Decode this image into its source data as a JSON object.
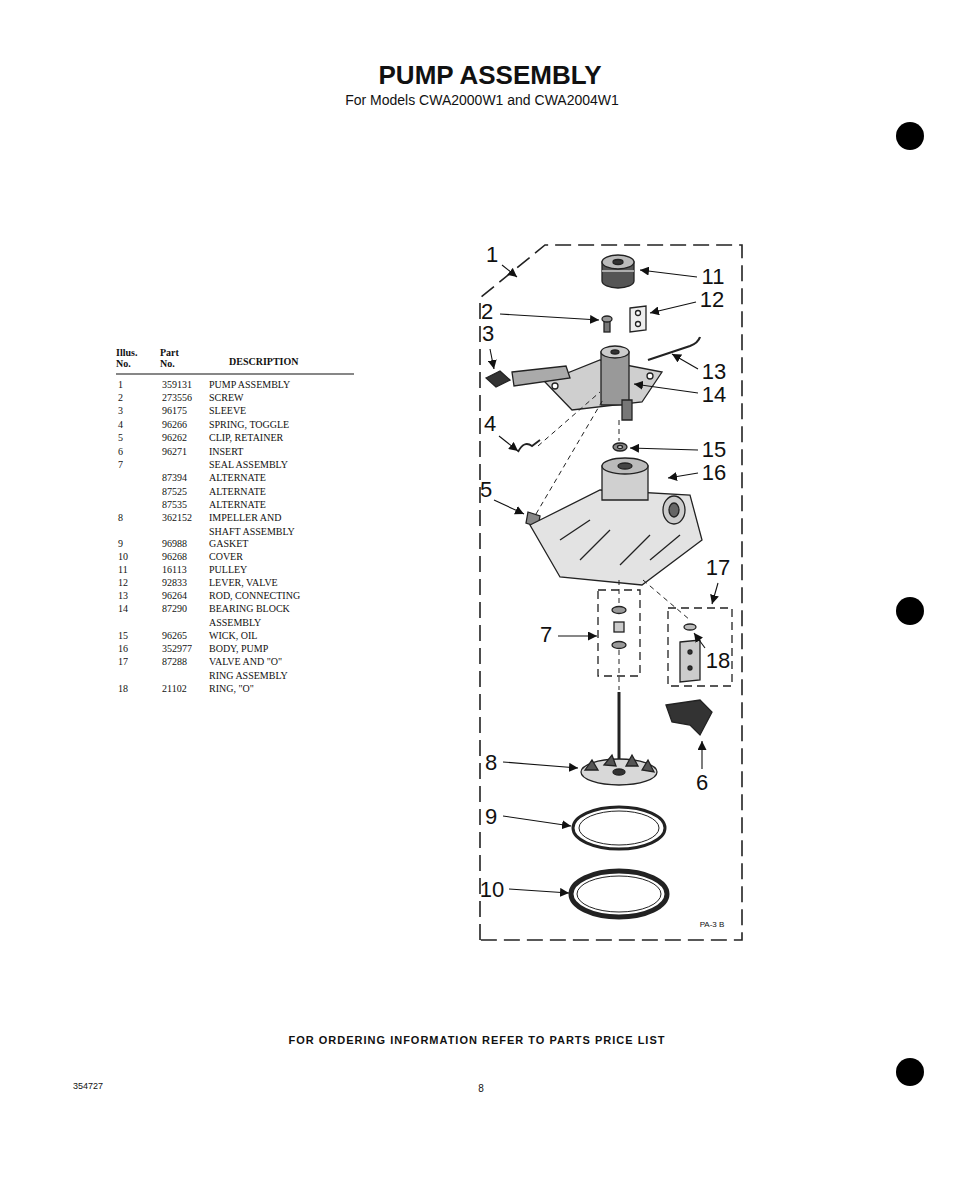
{
  "diagram": {
    "title": "PUMP ASSEMBLY",
    "labels": [
      "For Models CWA2000W1 and CWA2004W1",
      "Illus. No.",
      "Part No.",
      "DESCRIPTION",
      "1",
      "359131",
      "PUMP ASSEMBLY",
      "2",
      "273556",
      "SCREW",
      "3",
      "96175",
      "SLEEVE",
      "4",
      "96266",
      "SPRING, TOGGLE",
      "5",
      "96262",
      "CLIP, RETAINER",
      "6",
      "96271",
      "INSERT",
      "7",
      "SEAL ASSEMBLY",
      "87394",
      "ALTERNATE",
      "87525",
      "ALTERNATE",
      "87535",
      "ALTERNATE",
      "8",
      "362152",
      "IMPELLER AND SHAFT ASSEMBLY",
      "9",
      "96988",
      "GASKET",
      "10",
      "96268",
      "COVER",
      "11",
      "16113",
      "PULLEY",
      "12",
      "92833",
      "LEVER, VALVE",
      "13",
      "96264",
      "ROD, CONNECTING",
      "14",
      "87290",
      "BEARING BLOCK ASSEMBLY",
      "15",
      "96265",
      "WICK, OIL",
      "16",
      "352977",
      "BODY, PUMP",
      "17",
      "87288",
      "VALVE AND \"O\" RING ASSEMBLY",
      "18",
      "21102",
      "RING, \"O\"",
      "1",
      "11",
      "2",
      "12",
      "3",
      "13",
      "14",
      "4",
      "15",
      "16",
      "5",
      "17",
      "7",
      "18",
      "6",
      "8",
      "9",
      "10",
      "PA-3 B",
      "FOR ORDERING INFORMATION REFER TO PARTS PRICE LIST",
      "354727",
      "8"
    ]
  }
}
